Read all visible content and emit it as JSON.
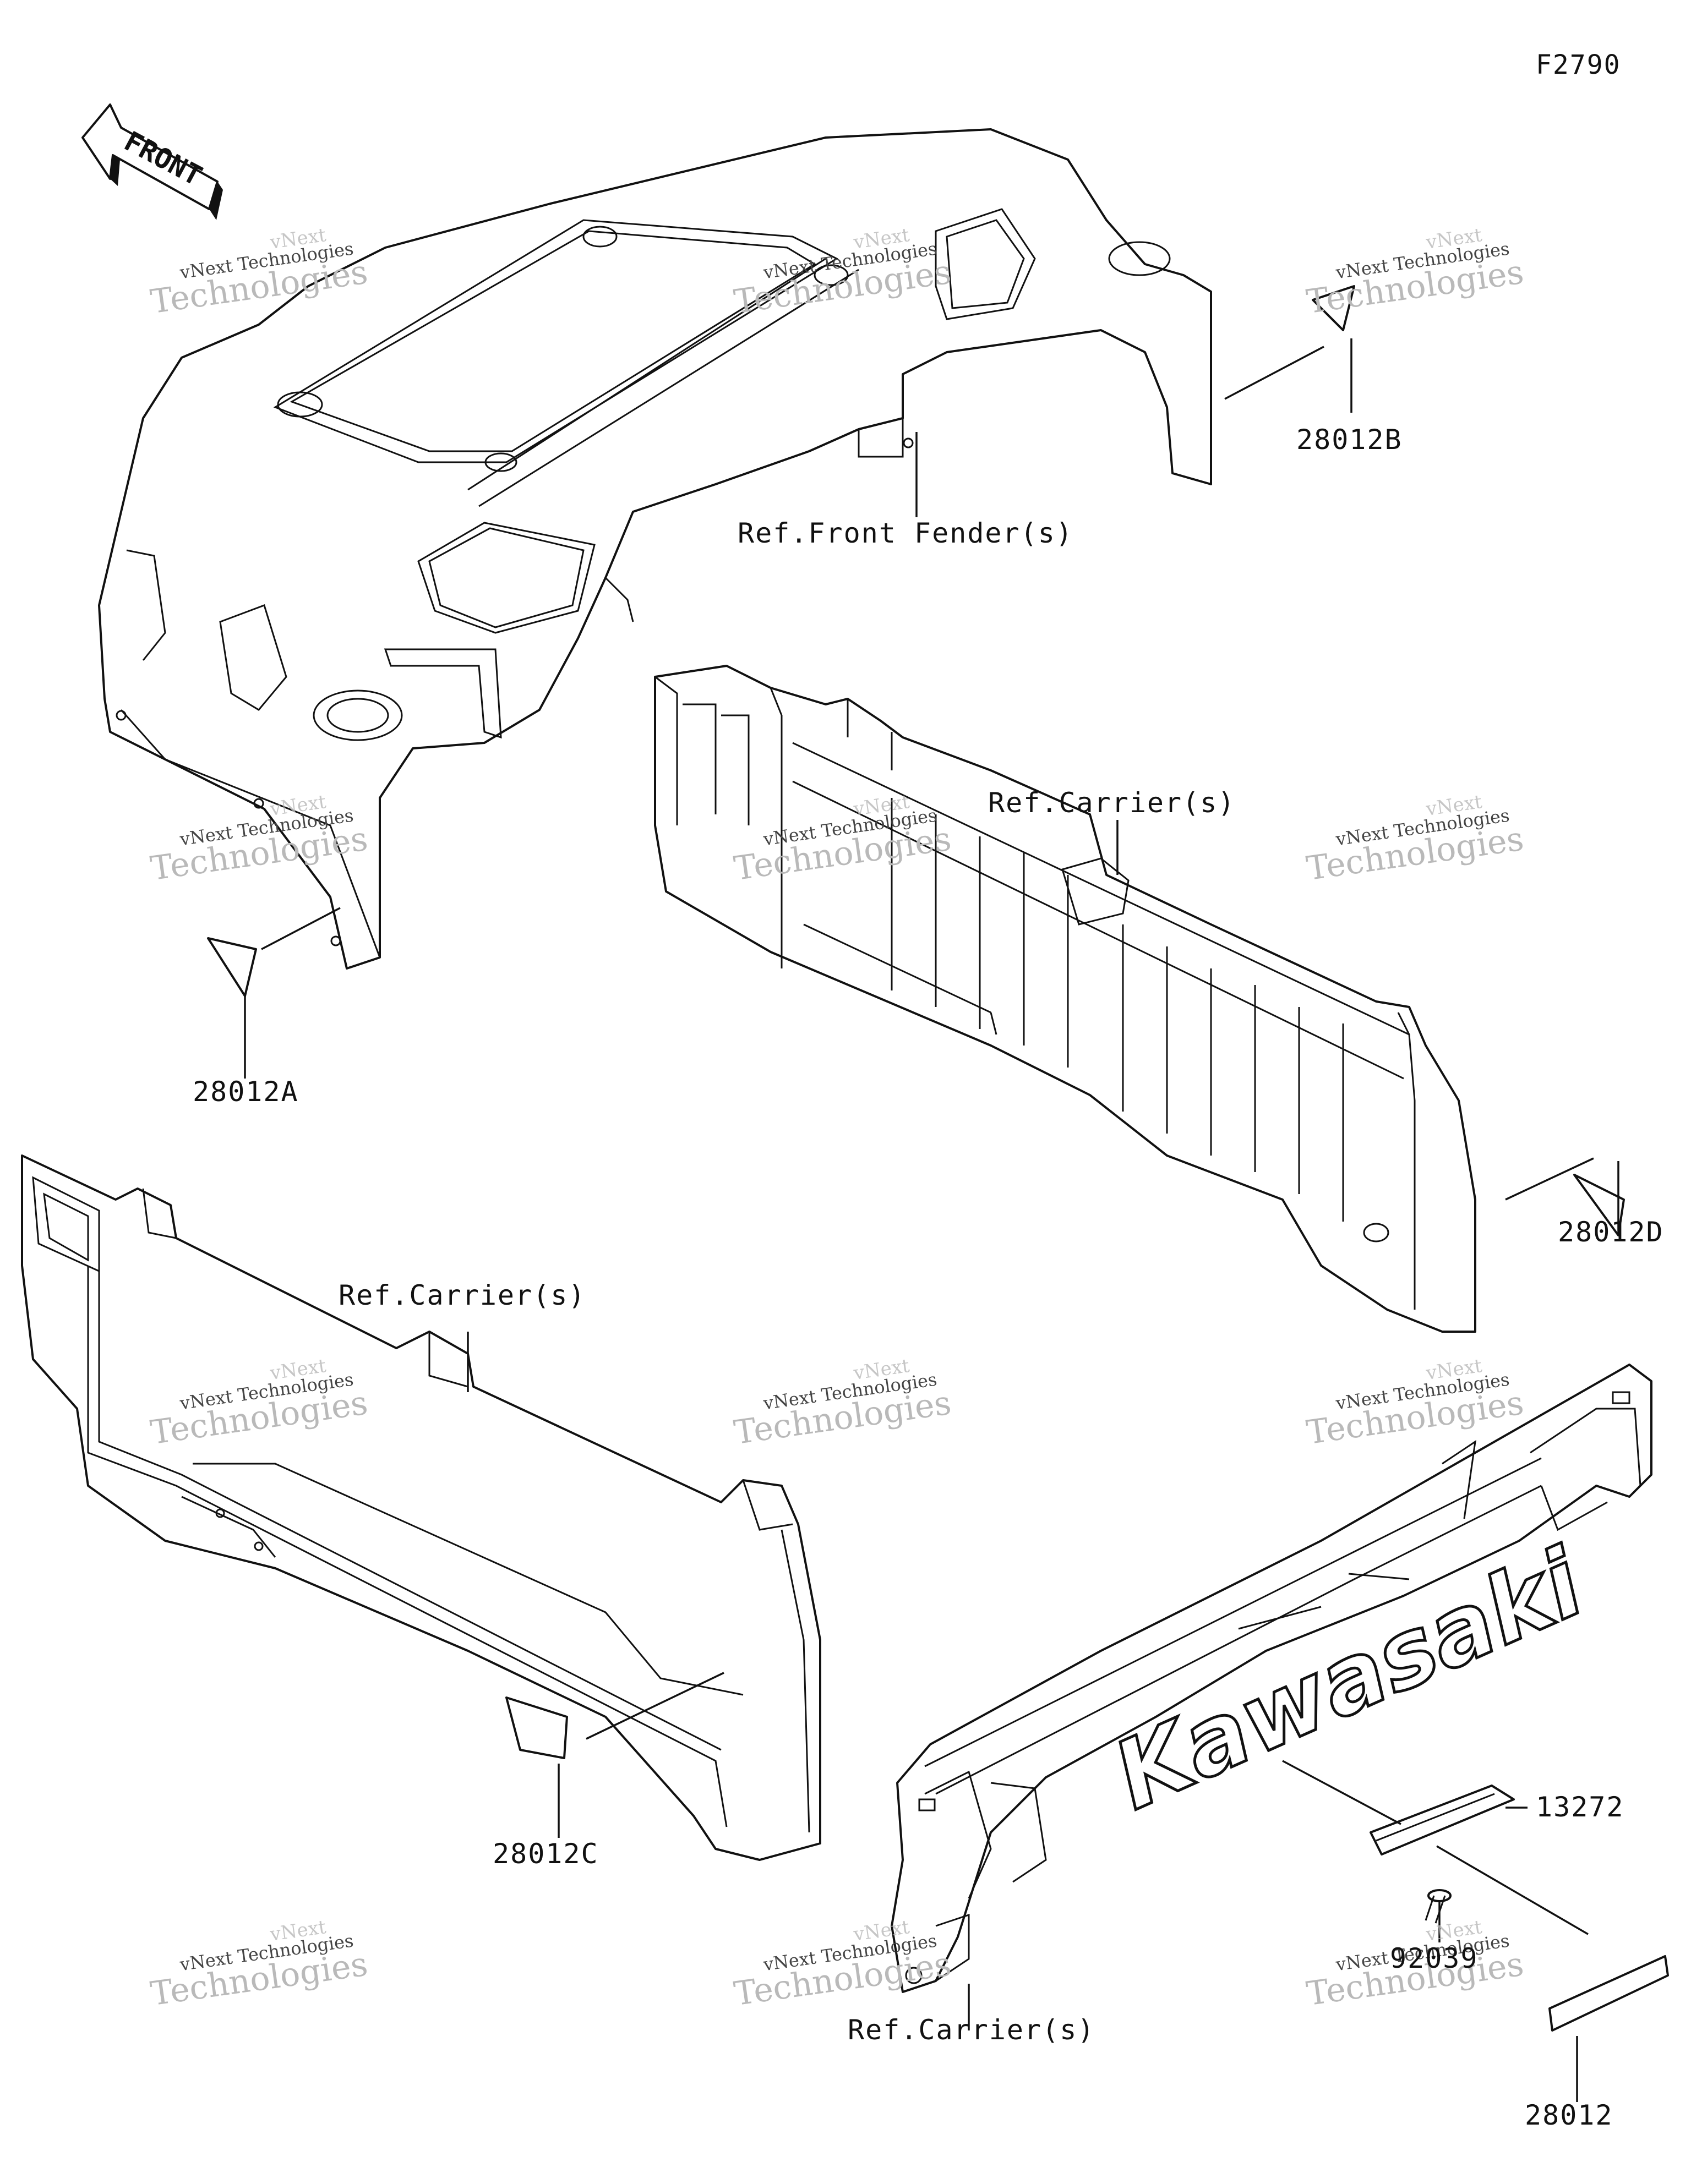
{
  "figure_code": "F2790",
  "front_arrow": {
    "label": "FRONT"
  },
  "brand_logo": "Kawasaki",
  "callouts": {
    "c_28012A": "28012A",
    "c_28012B": "28012B",
    "c_28012C": "28012C",
    "c_28012D": "28012D",
    "c_13272": "13272",
    "c_92039": "92039",
    "c_28012": "28012",
    "ref_front_fender": "Ref.Front Fender(s)",
    "ref_carrier_1": "Ref.Carrier(s)",
    "ref_carrier_2": "Ref.Carrier(s)",
    "ref_carrier_3": "Ref.Carrier(s)"
  },
  "watermark": {
    "line1": "vNext",
    "line2": "vNext Technologies",
    "line3": "Technologies"
  }
}
